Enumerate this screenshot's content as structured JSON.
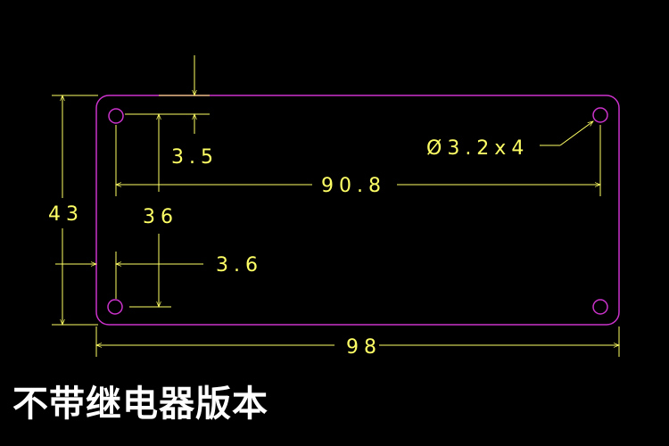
{
  "dimensions": {
    "height_43": "43",
    "offset_3_5": "3.5",
    "hole_spacing_90_8": "90.8",
    "height_36": "36",
    "offset_3_6": "3.6",
    "width_98": "98",
    "hole_callout": "Ø3.2x4"
  },
  "caption": "不带继电器版本",
  "colors": {
    "background": "#000000",
    "outline": "#cc33cc",
    "dimension": "#ffff66",
    "caption": "#ffffff"
  }
}
